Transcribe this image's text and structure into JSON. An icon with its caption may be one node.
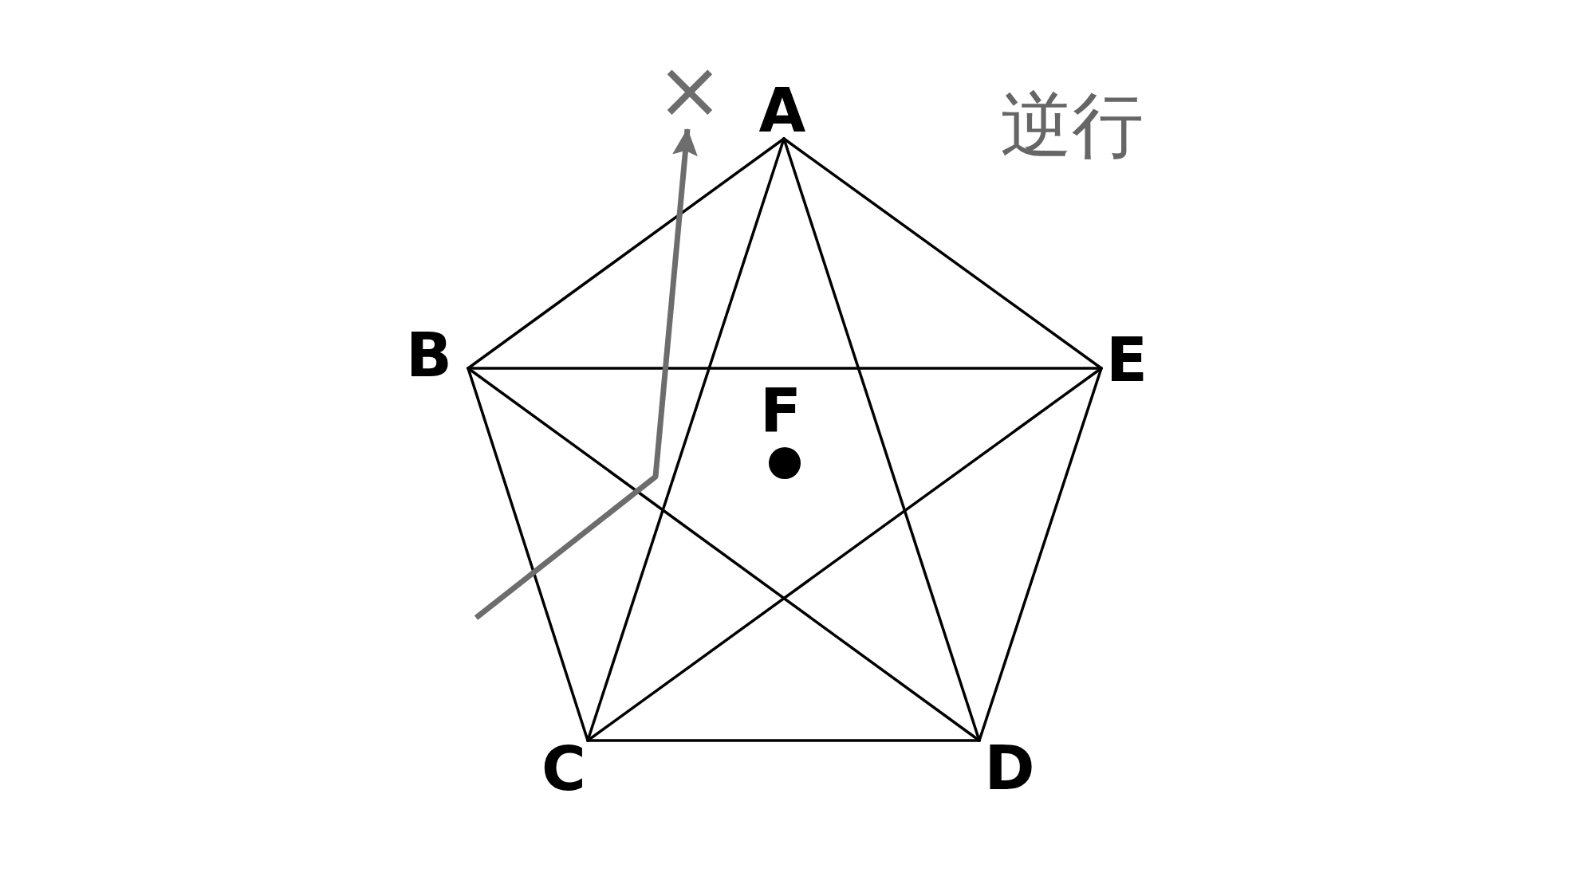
{
  "diagram": {
    "nodes": [
      {
        "text": [
          "×"
        ]
      },
      {
        "text": [
          "A"
        ]
      },
      {
        "text": [
          "B"
        ]
      },
      {
        "text": [
          "E"
        ]
      },
      {
        "text": [
          "C"
        ]
      },
      {
        "text": [
          "D"
        ]
      }
    ],
    "edges": [
      {
        "from": 1,
        "to": 2,
        "arrow": "none"
      },
      {
        "from": 1,
        "to": 3,
        "arrow": "none"
      },
      {
        "from": 2,
        "to": 4,
        "arrow": "none"
      },
      {
        "from": 4,
        "to": 5,
        "arrow": "none"
      },
      {
        "from": 3,
        "to": 5,
        "arrow": "none"
      },
      {
        "from": 1,
        "to": 4,
        "arrow": "none"
      },
      {
        "from": 1,
        "to": 5,
        "arrow": "none"
      },
      {
        "from": 2,
        "to": 3,
        "arrow": "none"
      },
      {
        "from": 2,
        "to": 5,
        "arrow": "none"
      },
      {
        "from": 3,
        "to": 4,
        "arrow": "none"
      },
      {
        "from": null,
        "to": 0,
        "arrow": "to",
        "style": "thick",
        "color": "#6d6d6d"
      }
    ],
    "labels": [
      "逆行",
      "F"
    ]
  }
}
